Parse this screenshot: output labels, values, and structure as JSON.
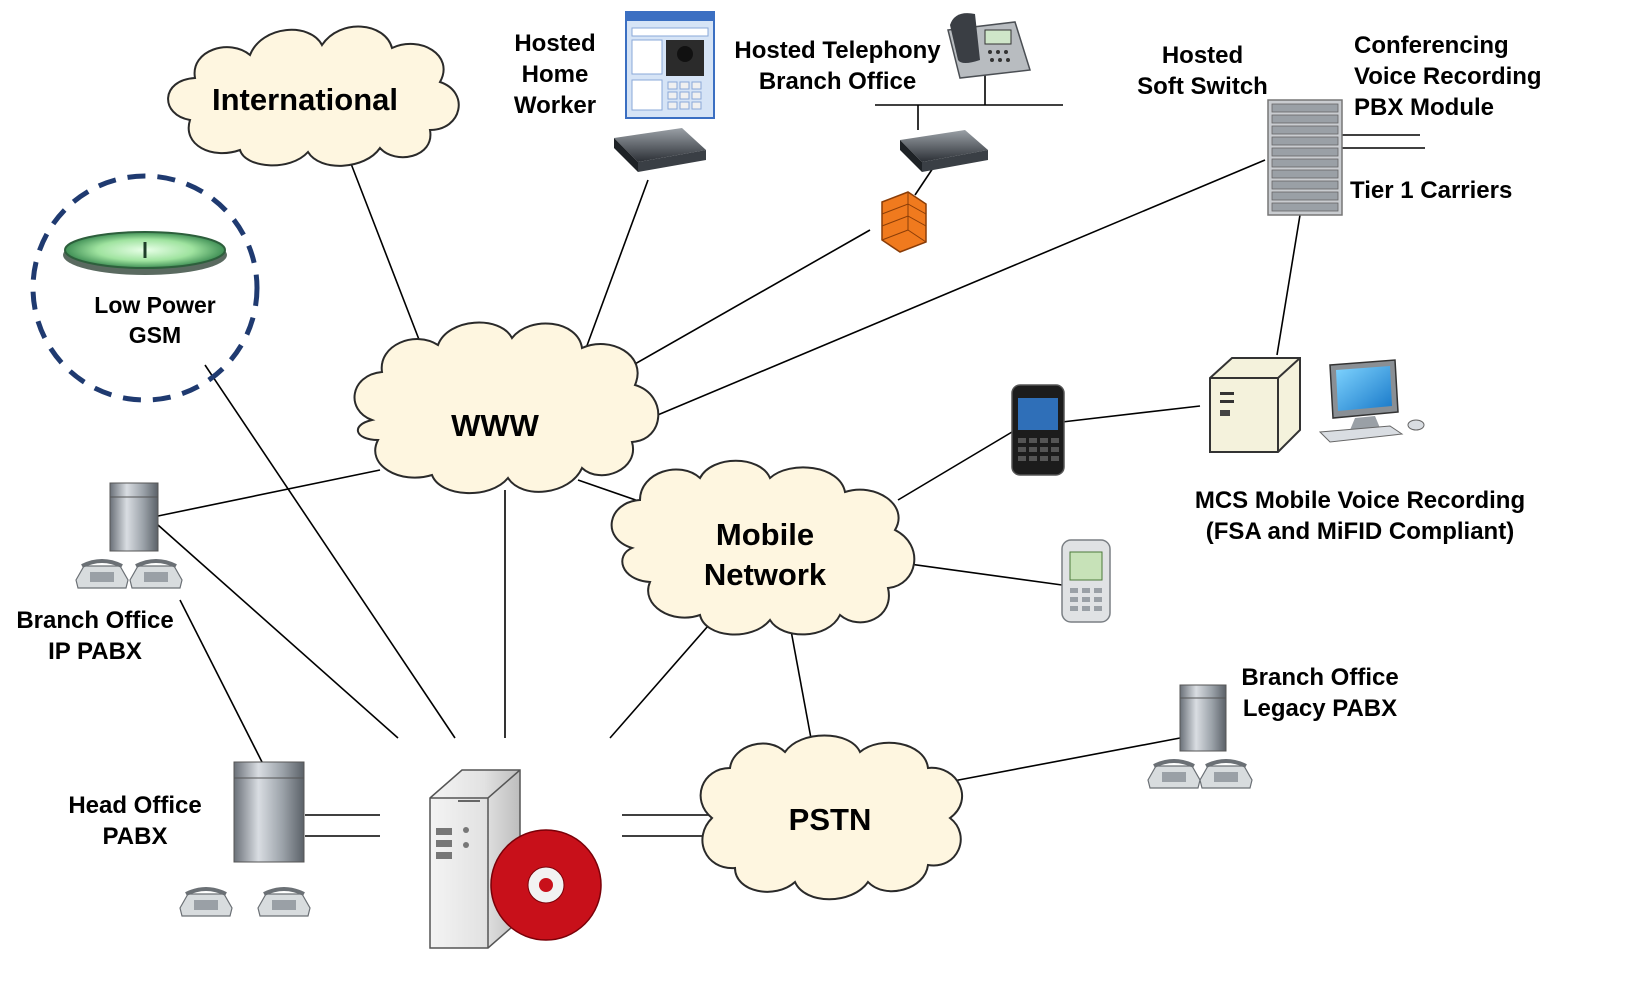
{
  "clouds": {
    "international": "International",
    "www": "WWW",
    "mobile_line1": "Mobile",
    "mobile_line2": "Network",
    "pstn": "PSTN"
  },
  "labels": {
    "home_worker": [
      "Hosted",
      "Home",
      "Worker"
    ],
    "telephony_branch": [
      "Hosted Telephony",
      "Branch Office"
    ],
    "soft_switch": [
      "Hosted",
      "Soft Switch"
    ],
    "conferencing": [
      "Conferencing",
      "Voice Recording",
      "PBX Module"
    ],
    "tier1": "Tier 1 Carriers",
    "low_power_gsm": [
      "Low Power",
      "GSM"
    ],
    "mcs": [
      "MCS Mobile Voice Recording",
      "(FSA and MiFID Compliant)"
    ],
    "branch_ip": [
      "Branch Office",
      "IP PABX"
    ],
    "branch_legacy": [
      "Branch Office",
      "Legacy PABX"
    ],
    "head_office": [
      "Head Office",
      "PABX"
    ]
  },
  "colors": {
    "cloud_fill": "#fef6e0",
    "cloud_stroke": "#2a2a2a",
    "gsm_dash": "#1f3a70",
    "firewall": "#f07a1e",
    "disc": "#c8101a"
  }
}
